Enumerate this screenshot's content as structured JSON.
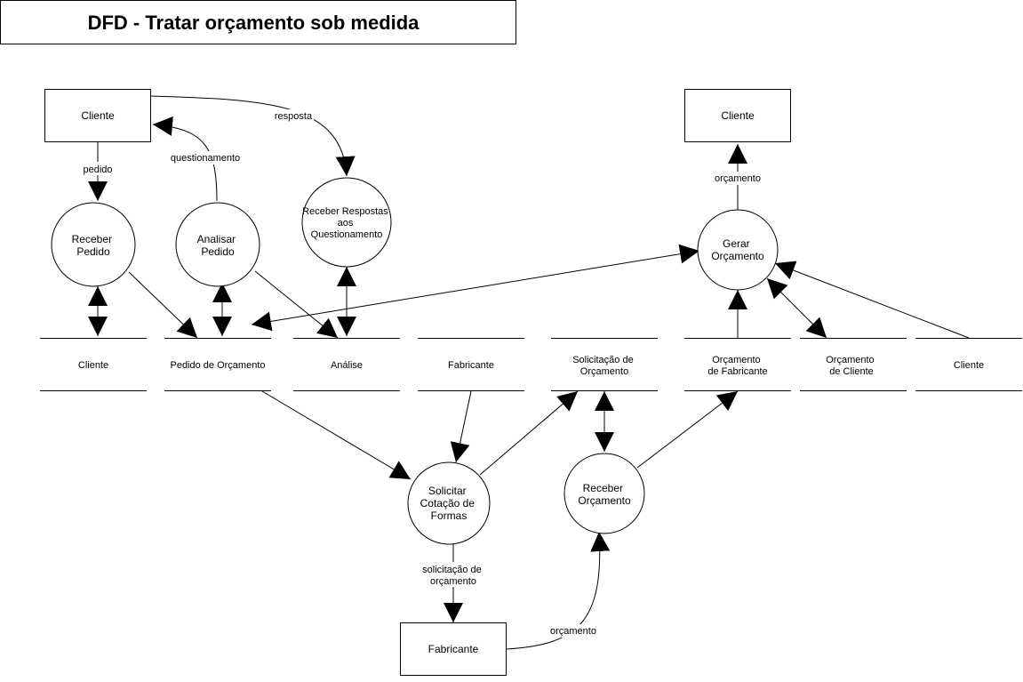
{
  "title": "DFD - Tratar orçamento sob medida",
  "entities": {
    "cliente_top": "Cliente",
    "cliente_right": "Cliente",
    "fabricante_bottom": "Fabricante"
  },
  "processes": {
    "receber_pedido": [
      "Receber",
      "Pedido"
    ],
    "analisar_pedido": [
      "Analisar",
      "Pedido"
    ],
    "receber_respostas": [
      "Receber Respostas",
      "aos",
      "Questionamento"
    ],
    "gerar_orcamento": [
      "Gerar",
      "Orçamento"
    ],
    "solicitar_cotacao": [
      "Solicitar",
      "Cotação de",
      "Formas"
    ],
    "receber_orcamento": [
      "Receber",
      "Orçamento"
    ]
  },
  "stores": {
    "cliente": [
      "Cliente"
    ],
    "pedido_orcamento": [
      "Pedido de Orçamento"
    ],
    "analise": [
      "Análise"
    ],
    "fabricante": [
      "Fabricante"
    ],
    "solicitacao_orcamento": [
      "Solicitação de",
      "Orçamento"
    ],
    "orcamento_fabricante": [
      "Orçamento",
      "de Fabricante"
    ],
    "orcamento_cliente": [
      "Orçamento",
      "de Cliente"
    ],
    "cliente2": [
      "Cliente"
    ]
  },
  "flows": {
    "pedido": "pedido",
    "questionamento": "questionamento",
    "resposta": "resposta",
    "orcamento_top": "orçamento",
    "solicitacao_orcamento": [
      "solicitação de",
      "orçamento"
    ],
    "orcamento_bottom": "orçamento"
  }
}
